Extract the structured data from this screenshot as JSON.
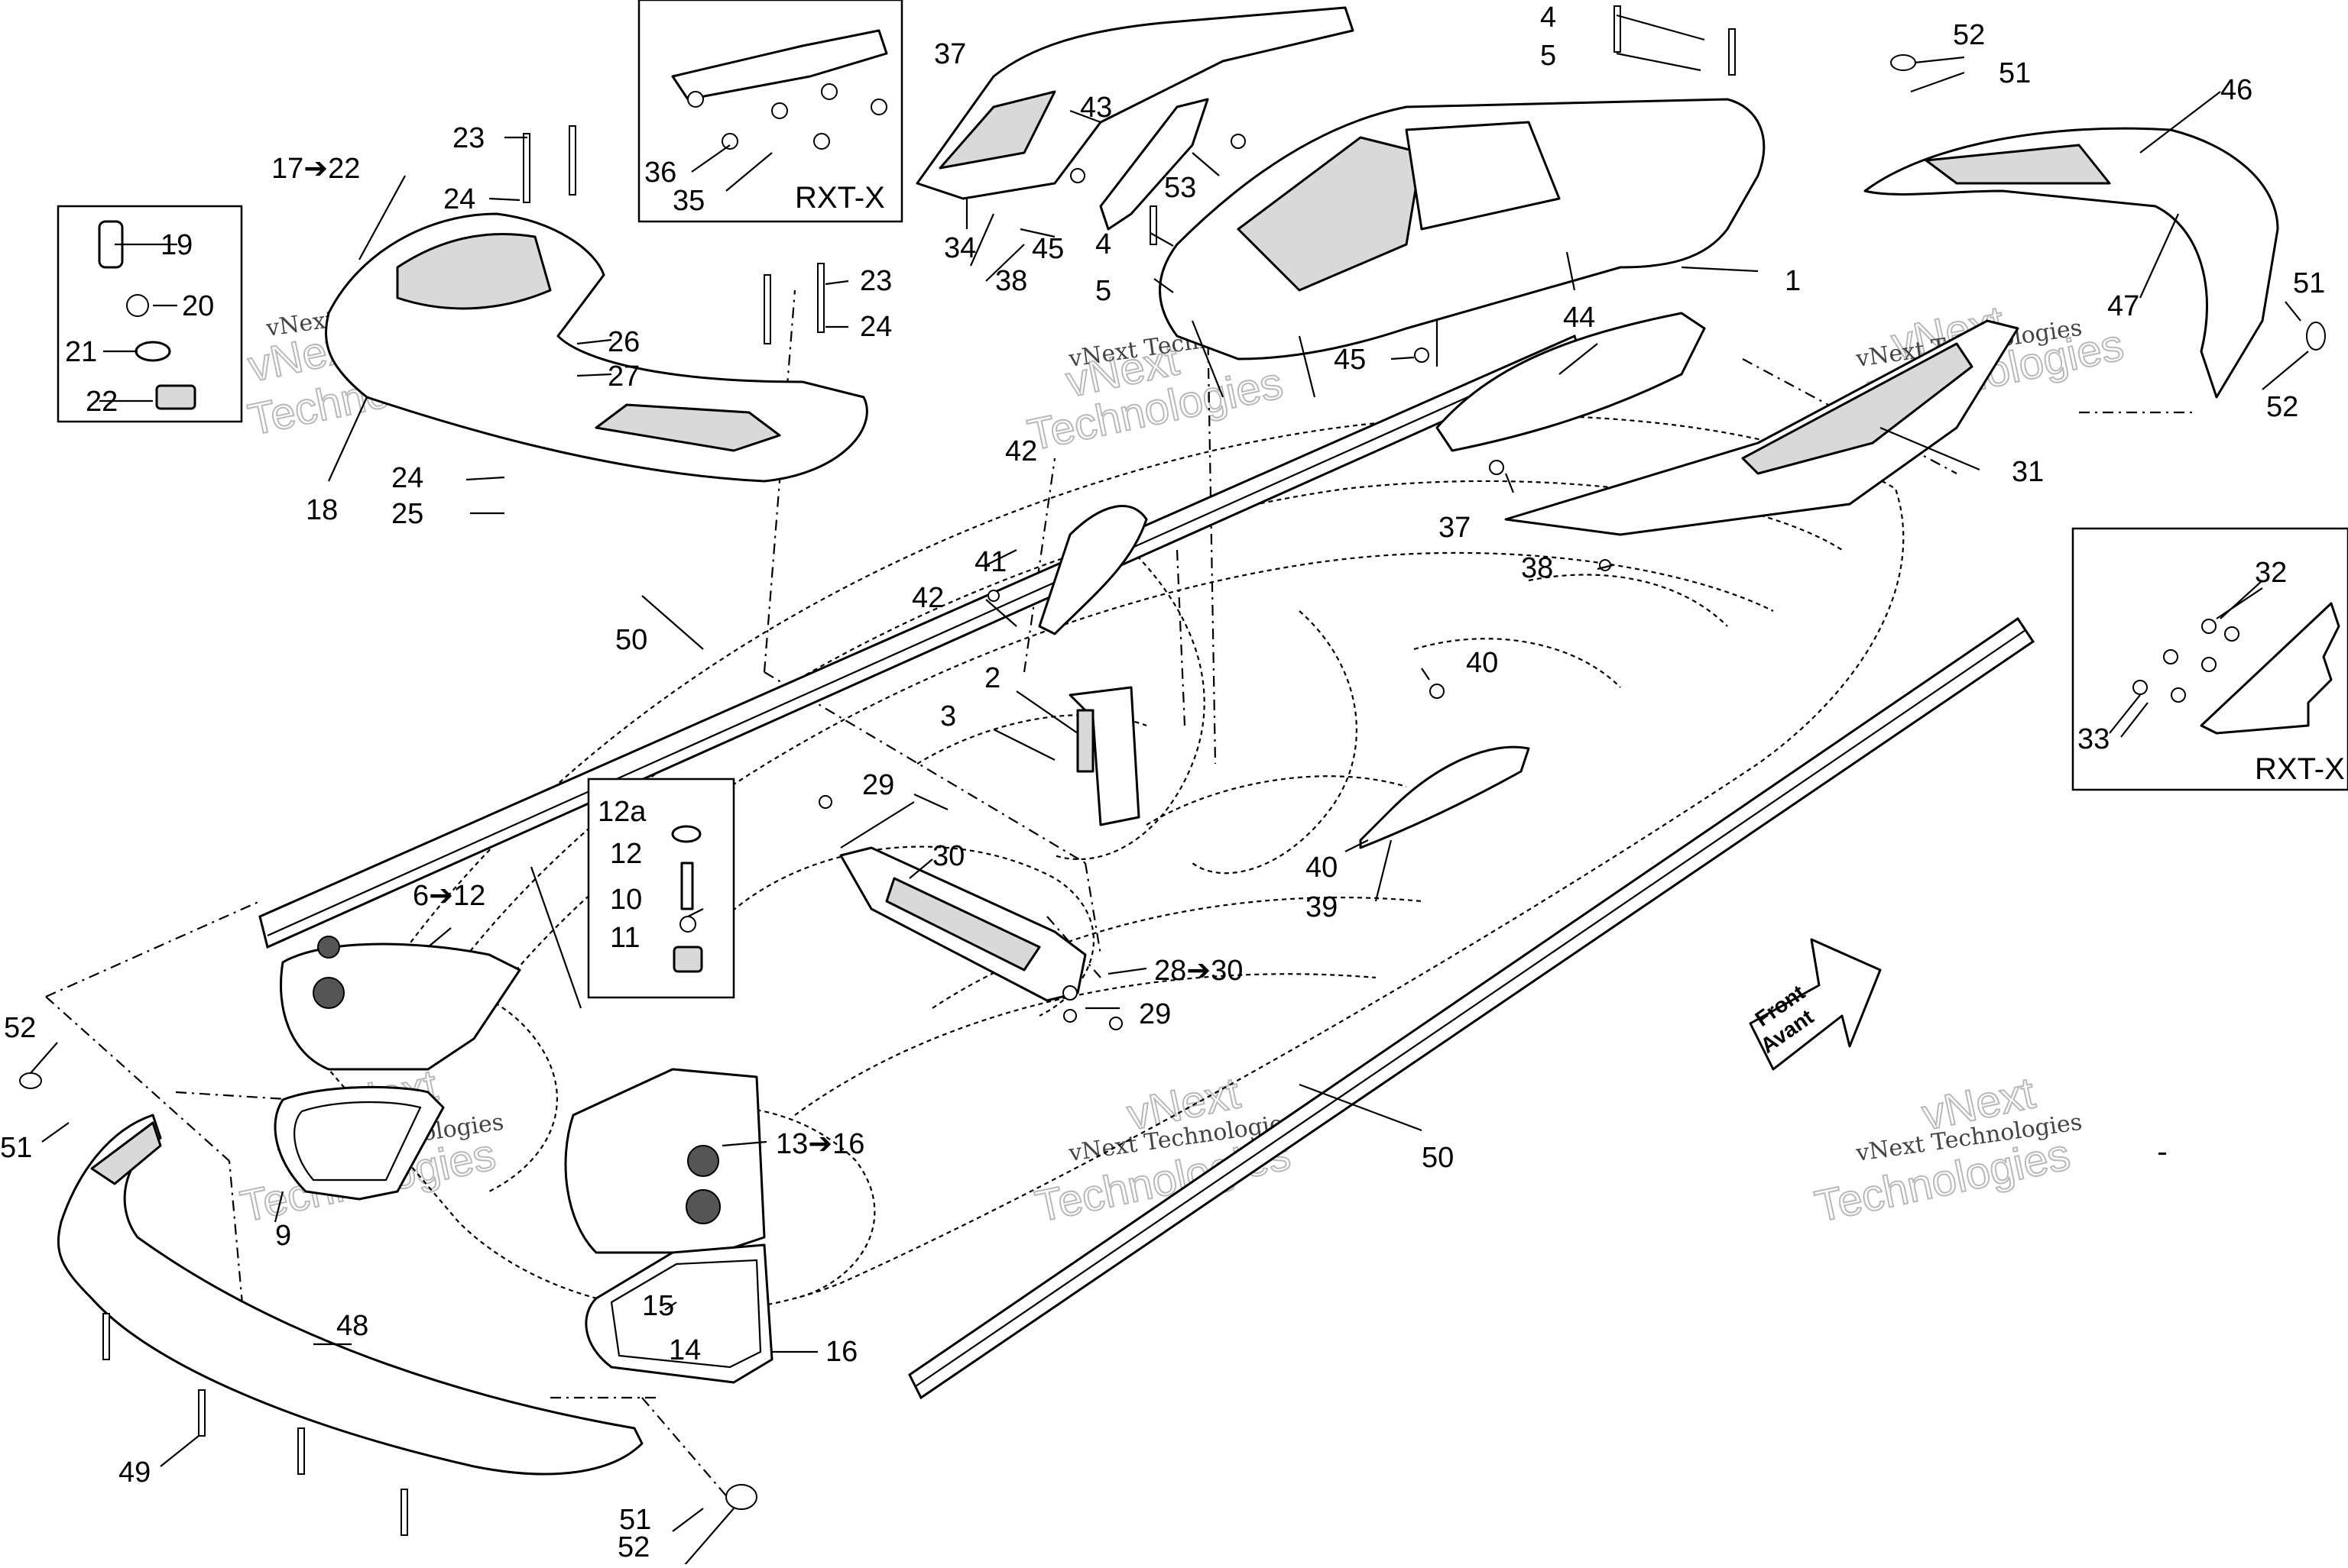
{
  "callouts": {
    "c1": "1",
    "c2": "2",
    "c3": "3",
    "c4a": "4",
    "c4b": "4",
    "c5a": "5",
    "c5b": "5",
    "c6_12": "6➔12",
    "c9": "9",
    "c10": "10",
    "c11": "11",
    "c12": "12",
    "c12a": "12a",
    "c13_16": "13➔16",
    "c14": "14",
    "c15": "15",
    "c16": "16",
    "c17_22": "17➔22",
    "c18": "18",
    "c19": "19",
    "c20": "20",
    "c21": "21",
    "c22": "22",
    "c23a": "23",
    "c23b": "23",
    "c24a": "24",
    "c24b": "24",
    "c24c": "24",
    "c25": "25",
    "c26": "26",
    "c27": "27",
    "c28_30": "28➔30",
    "c29a": "29",
    "c29b": "29",
    "c30": "30",
    "c31": "31",
    "c32": "32",
    "c33": "33",
    "c34": "34",
    "c35": "35",
    "c36": "36",
    "c37a": "37",
    "c37b": "37",
    "c38a": "38",
    "c38b": "38",
    "c39": "39",
    "c40a": "40",
    "c40b": "40",
    "c41": "41",
    "c42a": "42",
    "c42b": "42",
    "c43": "43",
    "c44": "44",
    "c45a": "45",
    "c45b": "45",
    "c46": "46",
    "c47": "47",
    "c48": "48",
    "c49": "49",
    "c50a": "50",
    "c50b": "50",
    "c51a": "51",
    "c51b": "51",
    "c51c": "51",
    "c51d": "51",
    "c52a": "52",
    "c52b": "52",
    "c52c": "52",
    "c52d": "52",
    "c53": "53"
  },
  "inset_titles": {
    "rxtx_top": "RXT-X",
    "rxtx_right": "RXT-X"
  },
  "direction_arrow": {
    "line1": "Front",
    "line2": "Avant"
  },
  "watermark": {
    "company": "vNext Technologies",
    "word1": "vNext",
    "word2": "Technologies"
  }
}
